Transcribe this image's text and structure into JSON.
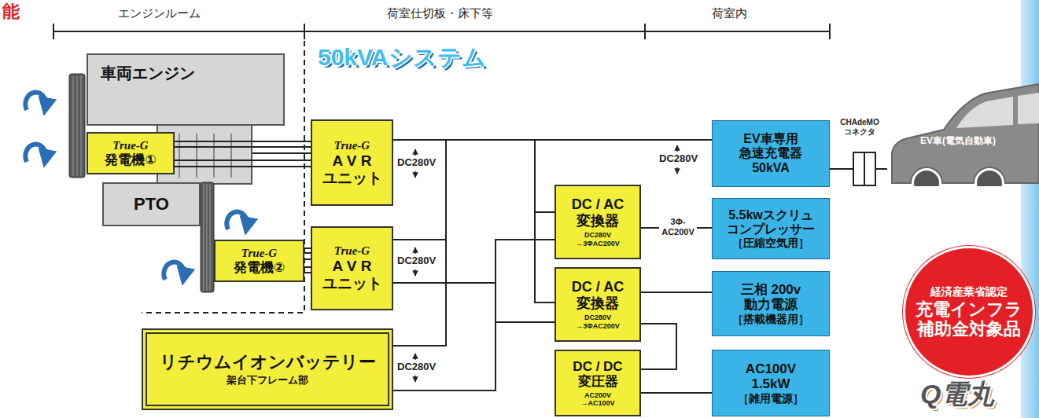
{
  "diagram": {
    "title": "50kVAシステム",
    "nodes": [
      {
        "text": [
          "車両エンジン"
        ]
      },
      {
        "text": [
          "True-G",
          "発電機①"
        ]
      },
      {
        "text": [
          "PTO"
        ]
      },
      {
        "text": [
          "True-G",
          "発電機②"
        ]
      },
      {
        "text": [
          "True-G",
          "A V R ユニット"
        ]
      },
      {
        "text": [
          "True-G",
          "A V R ユニット"
        ]
      },
      {
        "text": [
          "リチウムイオンバッテリー",
          "架台下フレーム部"
        ]
      },
      {
        "text": [
          "DC / AC 変換器",
          "DC280V →3ΦAC200V"
        ]
      },
      {
        "text": [
          "DC / AC 変換器",
          "DC280V →3ΦAC200V"
        ]
      },
      {
        "text": [
          "DC / DC 変圧器",
          "AC200V →AC100V"
        ]
      },
      {
        "text": [
          "EV車専用 急速充電器 50kVA"
        ]
      },
      {
        "text": [
          "5.5kwスクリュ コンプレッサー",
          "［圧縮空気用］"
        ]
      },
      {
        "text": [
          "三相 200v 動力電源",
          "［搭載機器用］"
        ]
      },
      {
        "text": [
          "AC100V 1.5kW",
          "［雑用電源］"
        ]
      },
      {
        "text": [
          "EV車(電気自動車)"
        ]
      },
      {
        "text": [
          "経済産業省認定",
          "充電インフラ 補助金対象品"
        ]
      }
    ],
    "edges": [
      {
        "from": 1,
        "to": 4,
        "arrow": "none"
      },
      {
        "from": 3,
        "to": 5,
        "arrow": "none"
      },
      {
        "from": 4,
        "to": 10,
        "arrow": "none"
      },
      {
        "from": 5,
        "to": 10,
        "arrow": "none"
      },
      {
        "from": 6,
        "to": 10,
        "arrow": "none"
      },
      {
        "from": 4,
        "to": 7,
        "arrow": "none"
      },
      {
        "from": 4,
        "to": 8,
        "arrow": "none"
      },
      {
        "from": 5,
        "to": 7,
        "arrow": "none"
      },
      {
        "from": 5,
        "to": 8,
        "arrow": "none"
      },
      {
        "from": 6,
        "to": 7,
        "arrow": "none"
      },
      {
        "from": 6,
        "to": 8,
        "arrow": "none"
      },
      {
        "from": 7,
        "to": 11,
        "arrow": "none"
      },
      {
        "from": 8,
        "to": 12,
        "arrow": "none"
      },
      {
        "from": 8,
        "to": 9,
        "arrow": "none"
      },
      {
        "from": 9,
        "to": 13,
        "arrow": "none"
      },
      {
        "from": 10,
        "to": 14,
        "arrow": "none"
      }
    ],
    "labels": [
      "能",
      "エンジンルーム",
      "荷室仕切板・床下等",
      "荷室内",
      "DC280V",
      "DC280V",
      "DC280V",
      "DC280V",
      "CHAdeMO コネクタ",
      "3Φ- AC200V",
      "Q電丸"
    ]
  }
}
